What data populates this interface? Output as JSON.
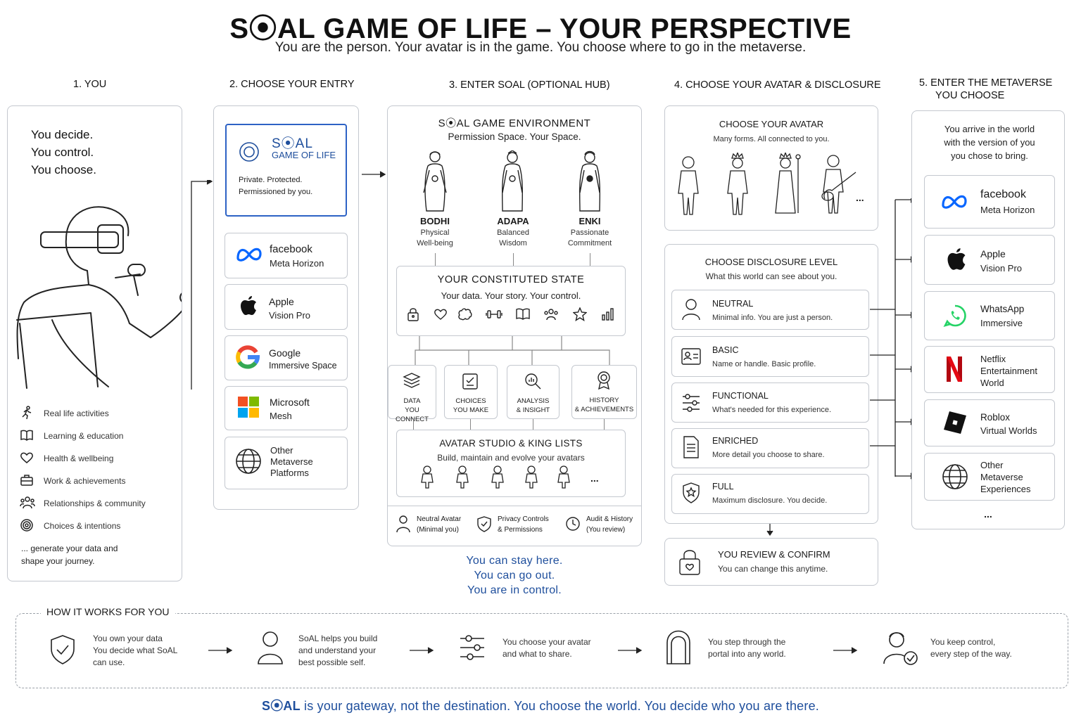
{
  "header": {
    "title": "S⦿AL GAME OF LIFE – YOUR PERSPECTIVE",
    "subtitle": "You are the person. Your avatar is in the game. You choose where to go in the metaverse."
  },
  "steps": {
    "s1": "1. YOU",
    "s2": "2. CHOOSE YOUR ENTRY",
    "s3": "3. ENTER SOAL (OPTIONAL HUB)",
    "s4": "4. CHOOSE YOUR AVATAR & DISCLOSURE",
    "s5a": "5.  ENTER THE METAVERSE",
    "s5b": "YOU CHOOSE"
  },
  "you": {
    "line1": "You decide.",
    "line2": "You control.",
    "line3": "You choose.",
    "activities": [
      "Real life activities",
      "Learning & education",
      "Health & wellbeing",
      "Work & achievements",
      "Relationships & community",
      "Choices & intentions"
    ],
    "footer1": "... generate your data and",
    "footer2": "shape your journey."
  },
  "entry": {
    "soal_name": "S⦿AL",
    "soal_sub": "GAME OF LIFE",
    "soal_desc1": "Private. Protected.",
    "soal_desc2": "Permissioned by you.",
    "platforms": [
      {
        "name": "facebook",
        "sub": "Meta Horizon"
      },
      {
        "name": "Apple",
        "sub": "Vision Pro"
      },
      {
        "name": "Google",
        "sub": "Immersive Space"
      },
      {
        "name": "Microsoft",
        "sub": "Mesh"
      },
      {
        "name": "Other",
        "sub": "Metaverse",
        "sub2": "Platforms"
      }
    ]
  },
  "hub": {
    "env_title": "S⦿AL GAME ENVIRONMENT",
    "env_sub": "Permission Space. Your Space.",
    "figures": [
      {
        "name": "BODHI",
        "l1": "Physical",
        "l2": "Well-being"
      },
      {
        "name": "ADAPA",
        "l1": "Balanced",
        "l2": "Wisdom"
      },
      {
        "name": "ENKI",
        "l1": "Passionate",
        "l2": "Commitment"
      }
    ],
    "state_title": "YOUR CONSTITUTED STATE",
    "state_sub": "Your data. Your story. Your control.",
    "modules": [
      {
        "l1": "DATA",
        "l2": "YOU CONNECT"
      },
      {
        "l1": "CHOICES",
        "l2": "YOU MAKE"
      },
      {
        "l1": "ANALYSIS",
        "l2": "& INSIGHT"
      },
      {
        "l1": "HISTORY",
        "l2": "& ACHIEVEMENTS"
      }
    ],
    "studio_title": "AVATAR STUDIO & KING LISTS",
    "studio_sub": "Build, maintain and evolve your avatars",
    "ellipsis": "...",
    "footer": [
      {
        "l1": "Neutral Avatar",
        "l2": "(Minimal you)"
      },
      {
        "l1": "Privacy Controls",
        "l2": "& Permissions"
      },
      {
        "l1": "Audit & History",
        "l2": "(You review)"
      }
    ],
    "stay1": "You can stay here.",
    "stay2": "You can go out.",
    "stay3": "You are in control."
  },
  "avatar": {
    "title": "CHOOSE YOUR AVATAR",
    "sub": "Many forms. All connected to you.",
    "ellipsis": "...",
    "disc_title": "CHOOSE DISCLOSURE LEVEL",
    "disc_sub": "What this world can see about you.",
    "levels": [
      {
        "name": "NEUTRAL",
        "desc": "Minimal info. You are just a person."
      },
      {
        "name": "BASIC",
        "desc": "Name or handle. Basic profile."
      },
      {
        "name": "FUNCTIONAL",
        "desc": "What's needed for this experience."
      },
      {
        "name": "ENRICHED",
        "desc": "More detail you choose to share."
      },
      {
        "name": "FULL",
        "desc": "Maximum disclosure. You decide."
      }
    ],
    "review_title": "YOU REVIEW & CONFIRM",
    "review_sub": "You can change this anytime."
  },
  "metaverse": {
    "intro1": "You arrive in the world",
    "intro2": "with the version of you",
    "intro3": "you chose to bring.",
    "worlds": [
      {
        "name": "facebook",
        "sub": "Meta Horizon"
      },
      {
        "name": "Apple",
        "sub": "Vision Pro"
      },
      {
        "name": "WhatsApp",
        "sub": "Immersive"
      },
      {
        "name": "Netflix",
        "sub": "Entertainment",
        "sub2": "World"
      },
      {
        "name": "Roblox",
        "sub": "Virtual Worlds"
      },
      {
        "name": "Other",
        "sub": "Metaverse",
        "sub2": "Experiences"
      }
    ],
    "ellipsis": "..."
  },
  "how": {
    "title": "HOW IT WORKS FOR YOU",
    "items": [
      {
        "l1": "You own your data",
        "l2": "You decide what SoAL",
        "l3": "can use."
      },
      {
        "l1": "SoAL helps you build",
        "l2": "and understand your",
        "l3": "best possible self."
      },
      {
        "l1": "You choose your avatar",
        "l2": "and what to share.",
        "l3": ""
      },
      {
        "l1": "You step through the",
        "l2": "portal into any world.",
        "l3": ""
      },
      {
        "l1": "You keep control,",
        "l2": "every step of the way.",
        "l3": ""
      }
    ]
  },
  "footer": {
    "brand": "S⦿AL",
    "text": " is your gateway, not the destination. You choose the world. You decide who you are there."
  },
  "colors": {
    "blue": "#1e4e9c",
    "border": "#c4c8cf",
    "meta_blue": "#0866ff",
    "whatsapp": "#25d366",
    "netflix": "#e50914"
  }
}
